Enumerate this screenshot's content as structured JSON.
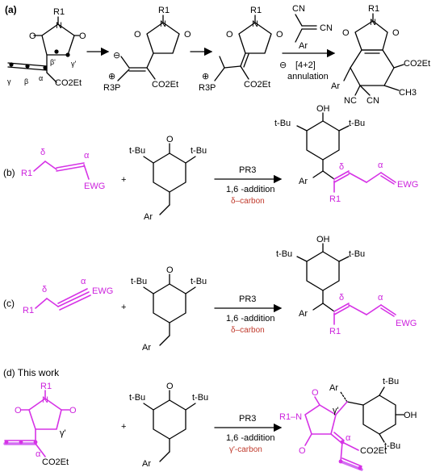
{
  "panels": {
    "a": {
      "label": "(a)",
      "R1": "R1",
      "O": "O",
      "N": "N",
      "CO2Et": "CO2Et",
      "greek": [
        "γ",
        "β",
        "α",
        "β'",
        "γ'"
      ],
      "minus": "⊖",
      "plus": "⊕",
      "R3P": "R3P",
      "CN": "CN",
      "Ar": "Ar",
      "reagent_label": "[4+2]",
      "reagent_label2": "annulation",
      "NC": "NC",
      "CH3": "CH3"
    },
    "b": {
      "label": "(b)",
      "R1": "R1",
      "EWG": "EWG",
      "delta": "δ",
      "alpha": "α",
      "plus": "+",
      "tBu": "t-Bu",
      "O": "O",
      "Ar": "Ar",
      "OH": "OH",
      "reagent": "PR3",
      "cond1": "1,6 -addition",
      "cond2": "δ–carbon"
    },
    "c": {
      "label": "(c)",
      "R1": "R1",
      "EWG": "EWG",
      "delta": "δ",
      "alpha": "α",
      "plus": "+",
      "tBu": "t-Bu",
      "O": "O",
      "Ar": "Ar",
      "OH": "OH",
      "reagent": "PR3",
      "cond1": "1,6 -addition",
      "cond2": "δ–carbon"
    },
    "d": {
      "label": "(d) This work",
      "R1": "R1",
      "N": "N",
      "O": "O",
      "CO2Et": "CO2Et",
      "gammap": "γ'",
      "alpha": "α",
      "plus": "+",
      "tBu": "t-Bu",
      "Ar": "Ar",
      "OH": "OH",
      "R1N": "R1–N",
      "reagent": "PR3",
      "cond1": "1,6 -addition",
      "cond2": "γ'-carbon"
    }
  },
  "colors": {
    "magenta": "#d633e6",
    "red": "#c0392b",
    "black": "#000000"
  }
}
